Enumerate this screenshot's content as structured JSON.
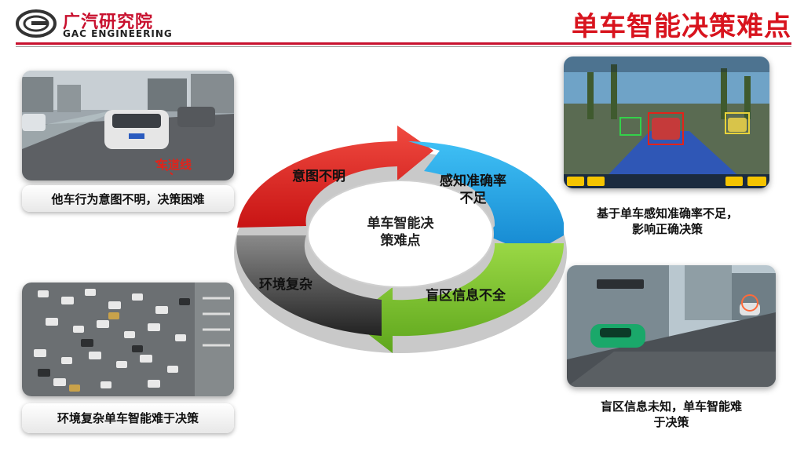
{
  "header": {
    "logo_cn": "广汽研究院",
    "logo_en": "GAC ENGINEERING",
    "title": "单车智能决策难点"
  },
  "panels": {
    "top_left": {
      "caption": "他车行为意图不明，决策困难",
      "overlay_label": "车道线"
    },
    "bottom_left": {
      "caption": "环境复杂单车智能难于决策"
    },
    "top_right": {
      "caption_line1": "基于单车感知准确率不足，",
      "caption_line2": "影响正确决策"
    },
    "bottom_right": {
      "caption_line1": "盲区信息未知，单车智能难",
      "caption_line2": "于决策"
    }
  },
  "cycle": {
    "center_line1": "单车智能决",
    "center_line2": "策难点",
    "segments": [
      {
        "label": "意图不明",
        "color": "#e8262a"
      },
      {
        "label_line1": "感知准确率",
        "label_line2": "不足",
        "color": "#1fa6e8"
      },
      {
        "label": "盲区信息不全",
        "color": "#7cc22e"
      },
      {
        "label": "环境复杂",
        "color": "#555555"
      }
    ]
  },
  "colors": {
    "brand_red": "#c8102e",
    "title_red": "#d8141e"
  }
}
